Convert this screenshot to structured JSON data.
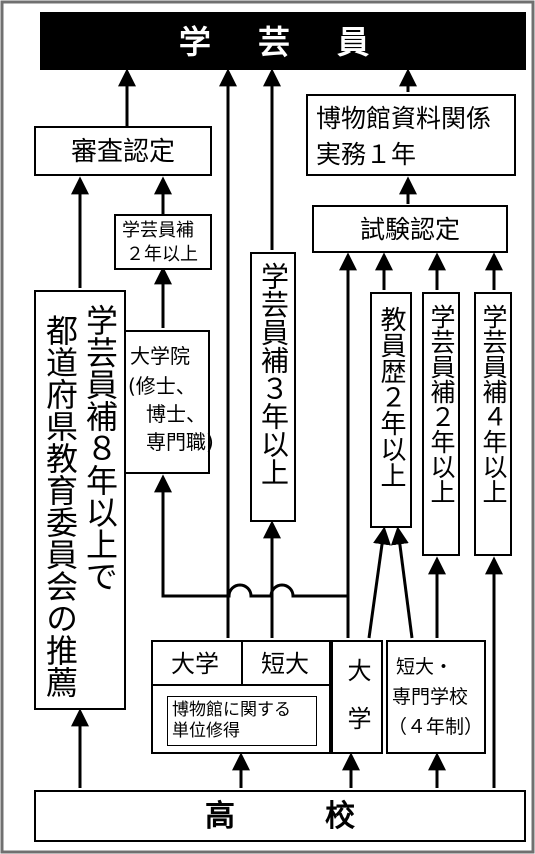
{
  "title": "学 芸 員",
  "shinsa": "審査認定",
  "hakubutsukan_jitsumu": [
    "博物館資料関係",
    "実務１年"
  ],
  "shiken": "試験認定",
  "hosa2_top": [
    "学芸員補",
    "２年以上"
  ],
  "hosa3": "学芸員補３年以上",
  "daigakuin": [
    "大学院",
    "(修士、",
    "　博士、",
    "　専門職)"
  ],
  "kyouin": "教員歴２年以上",
  "hosa2_right": "学芸員補２年以上",
  "hosa4": "学芸員補４年以上",
  "suisen": [
    "学芸員補８年以上で",
    "都道府県教育委員会の推薦"
  ],
  "daigaku_label": "大学",
  "tandai_label": "短大",
  "tani": [
    "博物館に関する",
    "単位修得"
  ],
  "daigaku_v": "大学",
  "tandai_senmon": [
    "短大・",
    "専門学校",
    "（４年制）"
  ],
  "koukou": "高　　　校",
  "colors": {
    "line": "#000000",
    "title_bg": "#000000",
    "title_fg": "#ffffff",
    "frame": "#707070"
  }
}
